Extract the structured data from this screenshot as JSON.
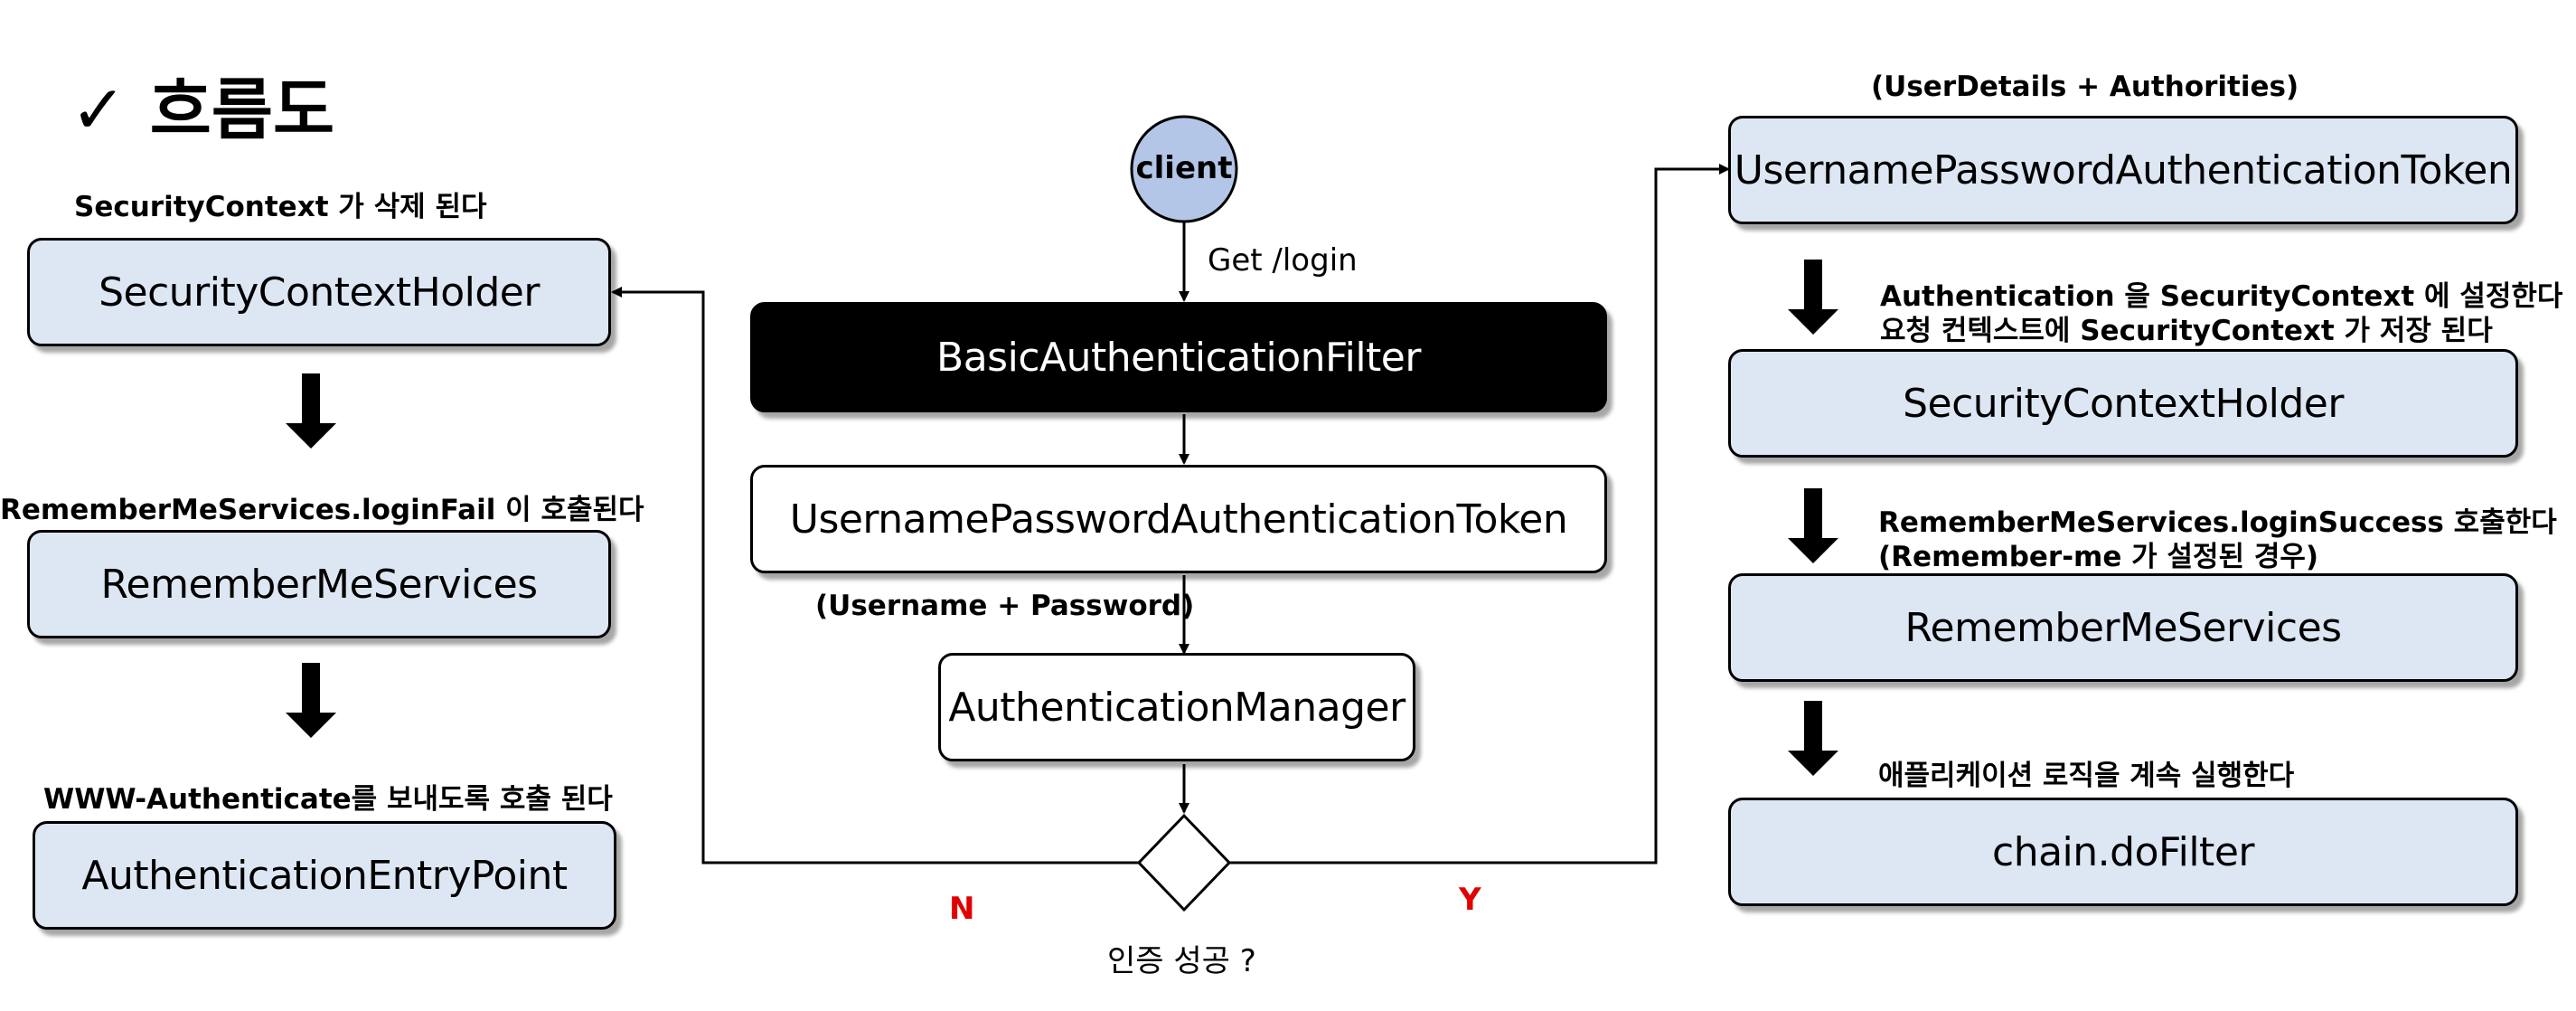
{
  "heading": {
    "check": "✓",
    "title": "흐름도"
  },
  "client": "client",
  "get_login": "Get /login",
  "center": {
    "filter": "BasicAuthenticationFilter",
    "token": "UsernamePasswordAuthenticationToken",
    "token_note": "(Username + Password)",
    "manager": "AuthenticationManager",
    "decision": "인증 성공 ?"
  },
  "branch": {
    "no": "N",
    "yes": "Y"
  },
  "left": {
    "note1": "SecurityContext 가 삭제 된다",
    "box1": "SecurityContextHolder",
    "note2": "RememberMeServices.loginFail 이 호출된다",
    "box2": "RememberMeServices",
    "note3": "WWW-Authenticate를 보내도록 호출 된다",
    "box3": "AuthenticationEntryPoint"
  },
  "right": {
    "note0": "(UserDetails + Authorities)",
    "box1": "UsernamePasswordAuthenticationToken",
    "note1a": "Authentication 을 SecurityContext 에 설정한다",
    "note1b": "요청 컨텍스트에 SecurityContext 가 저장 된다",
    "box2": "SecurityContextHolder",
    "note2a": "RememberMeServices.loginSuccess 호출한다",
    "note2b": "(Remember-me 가 설정된 경우)",
    "box3": "RememberMeServices",
    "note3": "애플리케이션 로직을 계속 실행한다",
    "box4": "chain.doFilter"
  }
}
